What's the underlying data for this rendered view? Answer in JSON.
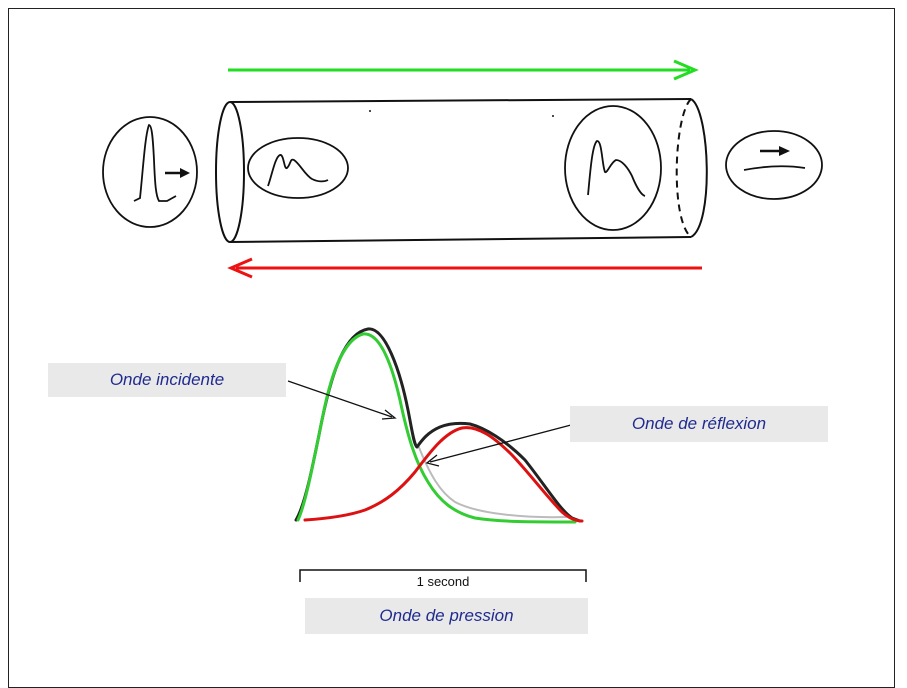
{
  "labels": {
    "incident_wave": "Onde incidente",
    "reflected_wave": "Onde de réflexion",
    "pressure_wave": "Onde de pression",
    "time_scale": "1 second"
  },
  "colors": {
    "forward_arrow": "#22dd22",
    "backward_arrow": "#ee1111",
    "composite_curve": "#222222",
    "incident_curve": "#33cc33",
    "reflected_curve": "#dd1111",
    "label_text": "#1f2b8f",
    "label_background": "#e9e9e9"
  }
}
